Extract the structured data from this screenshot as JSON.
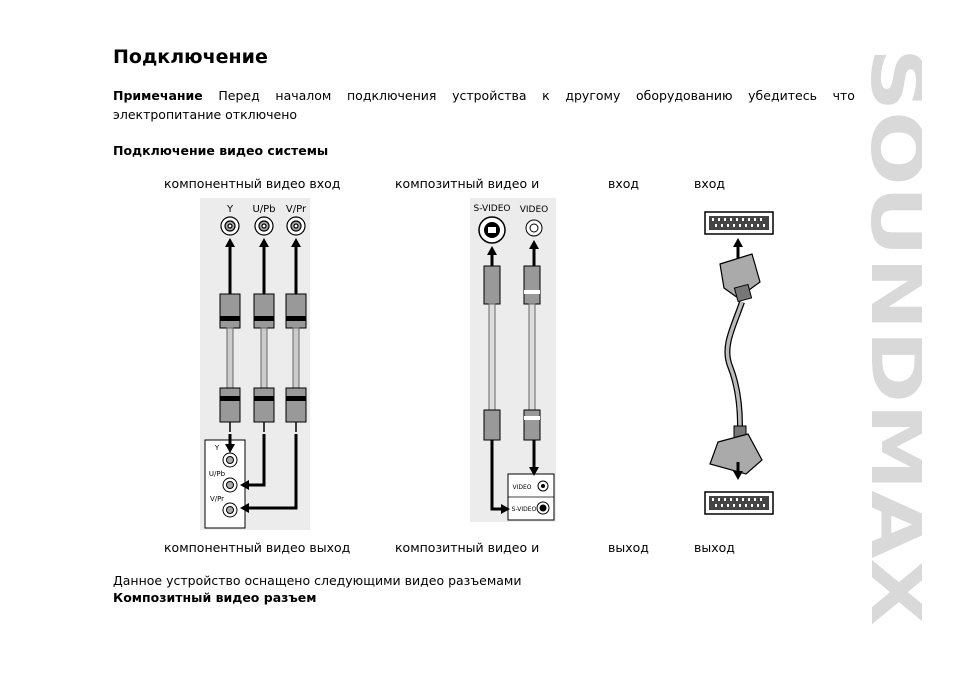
{
  "page": {
    "title": "Подключение",
    "note_label": "Примечание",
    "note_line1_words": [
      "Перед",
      "началом",
      "подключения",
      "устройства",
      "к",
      "другому",
      "оборудованию",
      "убедитесь",
      "что"
    ],
    "note_line2": "электропитание отключено",
    "section_title": "Подключение видео системы",
    "captions_top": [
      "компонентный видео вход",
      "композитный видео и",
      "вход",
      "вход"
    ],
    "captions_bottom": [
      "компонентный видео выход",
      "композитный видео и",
      "выход",
      "выход"
    ],
    "body_text": "Данное устройство оснащено следующими видео разъемами",
    "body_heading": "Композитный видео разъем",
    "logo": "SOUNDMAX"
  },
  "diagram": {
    "component_labels": [
      "Y",
      "U/Pb",
      "V/Pr"
    ],
    "component_panel_labels": [
      "Y",
      "U/Pb",
      "V/Pr"
    ],
    "svideo_labels": [
      "S-VIDEO",
      "VIDEO"
    ],
    "svideo_panel_labels": [
      "VIDEO",
      "S-VIDEO"
    ]
  },
  "colors": {
    "text": "#000000",
    "logo": "#d9d9d9",
    "diagram_bg": "#ececec"
  }
}
